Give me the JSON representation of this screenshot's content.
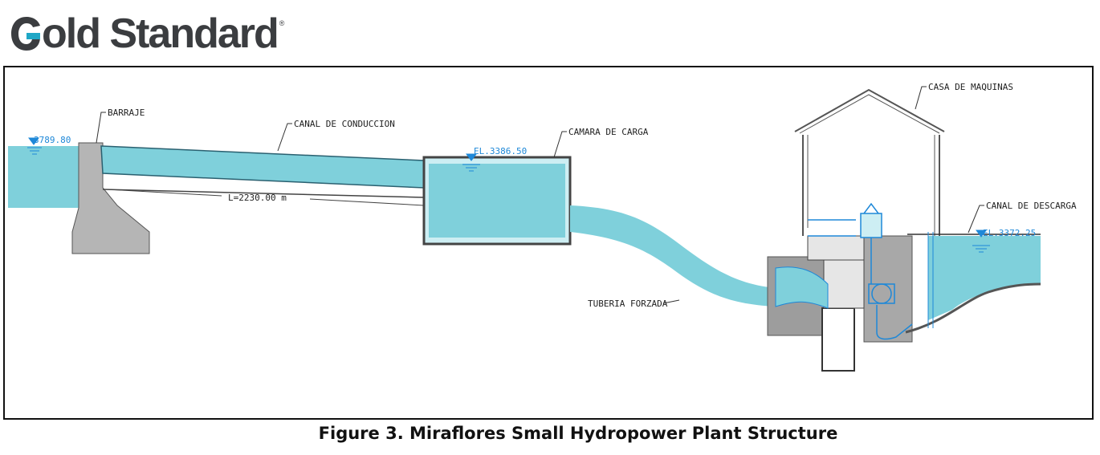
{
  "header": {
    "logo_text": "Gold Standard",
    "logo_reg_mark": "®",
    "logo_accent_color": "#1fa7c6"
  },
  "diagram": {
    "labels": {
      "barraje": "BARRAJE",
      "canal_conduccion": "CANAL DE CONDUCCION",
      "camara_carga": "CAMARA DE CARGA",
      "casa_maquinas": "CASA DE MAQUINAS",
      "canal_descarga": "CANAL DE DESCARGA",
      "tuberia_forzada": "TUBERIA FORZADA",
      "length": "L=2230.00  m"
    },
    "elevations": {
      "upstream": "3789.80",
      "forebay": "EL.3386.50",
      "tailwater": "EL.3372.25"
    },
    "colors": {
      "water": "#7fd0db",
      "concrete": "#b5b5b5",
      "penstock": "#7fd0db",
      "outline": "#333333",
      "highlight": "#1e88d8"
    }
  },
  "caption": "Figure 3. Miraflores Small Hydropower Plant Structure"
}
